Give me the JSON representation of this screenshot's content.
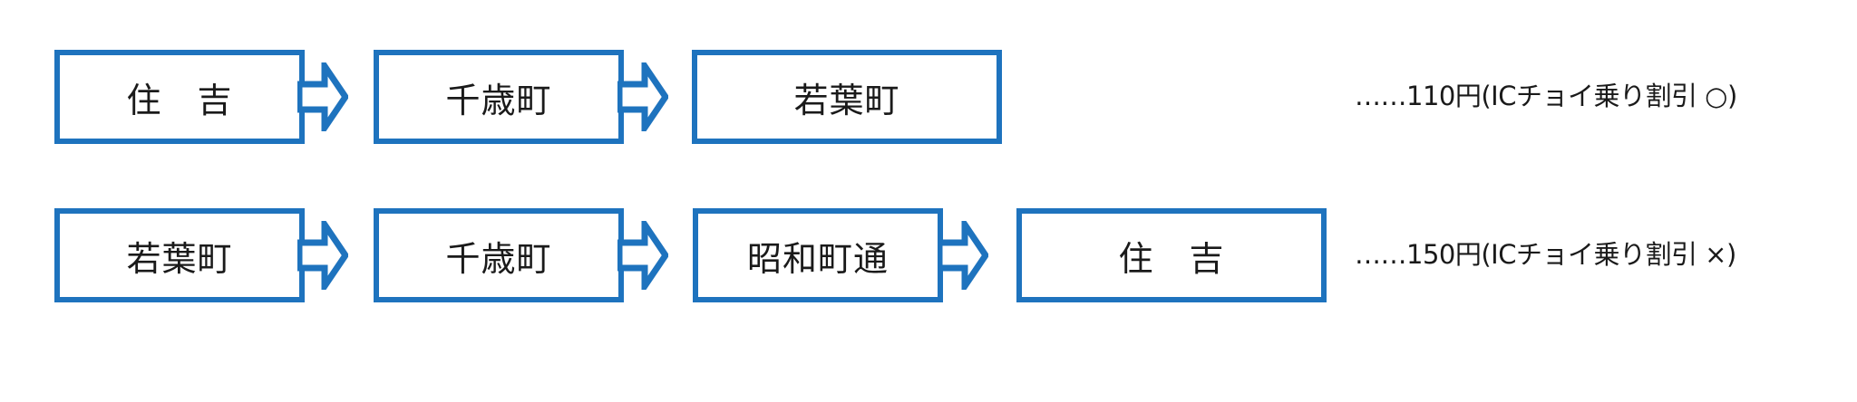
{
  "routes": [
    {
      "stations": [
        "住　吉",
        "千歳町",
        "若葉町"
      ],
      "fare_note": "……110円(ICチョイ乗り割引 ○)"
    },
    {
      "stations": [
        "若葉町",
        "千歳町",
        "昭和町通",
        "住　吉"
      ],
      "fare_note": "……150円(ICチョイ乗り割引 ×)"
    }
  ],
  "colors": {
    "box_border": "#1e73be",
    "arrow_fill": "#1e73be",
    "text": "#1a1a1a"
  },
  "icons": {
    "arrow": "right-arrow-icon"
  }
}
